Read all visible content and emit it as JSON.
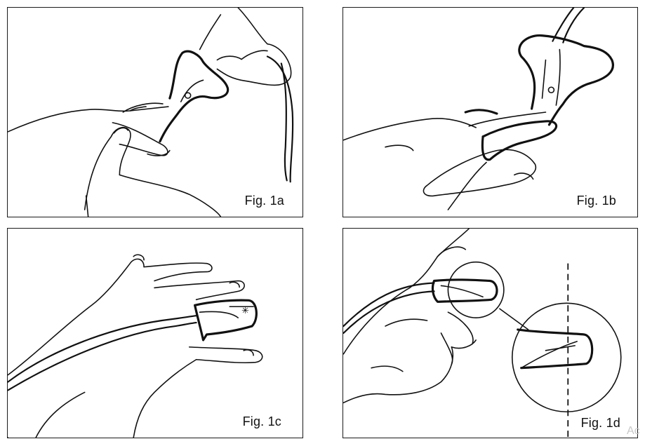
{
  "figures": [
    {
      "id": "1a",
      "caption": "Fig. 1a"
    },
    {
      "id": "1b",
      "caption": "Fig. 1b"
    },
    {
      "id": "1c",
      "caption": "Fig. 1c"
    },
    {
      "id": "1d",
      "caption": "Fig. 1d"
    }
  ],
  "watermark": "Ac",
  "colors": {
    "ink": "#111111",
    "panel_border": "#1a1a1a",
    "background": "#ffffff",
    "watermark": "#c8c8c8"
  }
}
